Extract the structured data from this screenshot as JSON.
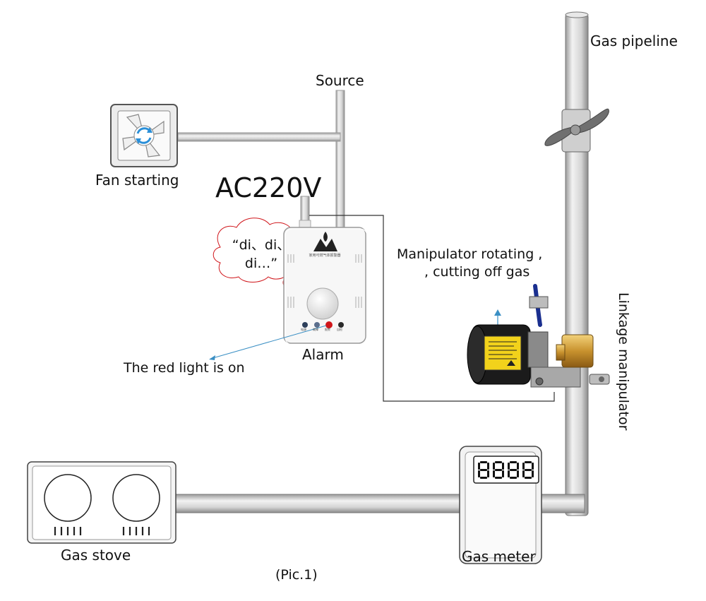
{
  "labels": {
    "gas_pipeline": "Gas pipeline",
    "source": "Source",
    "fan_starting": "Fan starting",
    "ac_voltage": "AC220V",
    "manipulator_line1": "Manipulator rotating ,",
    "manipulator_line2": ", cutting off gas",
    "alarm": "Alarm",
    "red_light": "The red light is on",
    "gas_stove": "Gas stove",
    "gas_meter": "Gas meter",
    "linkage_manipulator": "Linkage manipulator",
    "caption": "(Pic.1)"
  },
  "bubble": {
    "line1": "“di、di、",
    "line2": "di…”"
  },
  "alarm_device": {
    "brand_text": "家用可燃气体报警器",
    "led_labels": [
      "电源",
      "故障",
      "报警",
      "自检"
    ]
  },
  "gas_meter": {
    "display": "8888"
  },
  "colors": {
    "pipe": "#d3d3d3",
    "red_light": "#d0161b",
    "arrow": "#3a8fc4",
    "fan_arrow": "#2a8fd8"
  }
}
